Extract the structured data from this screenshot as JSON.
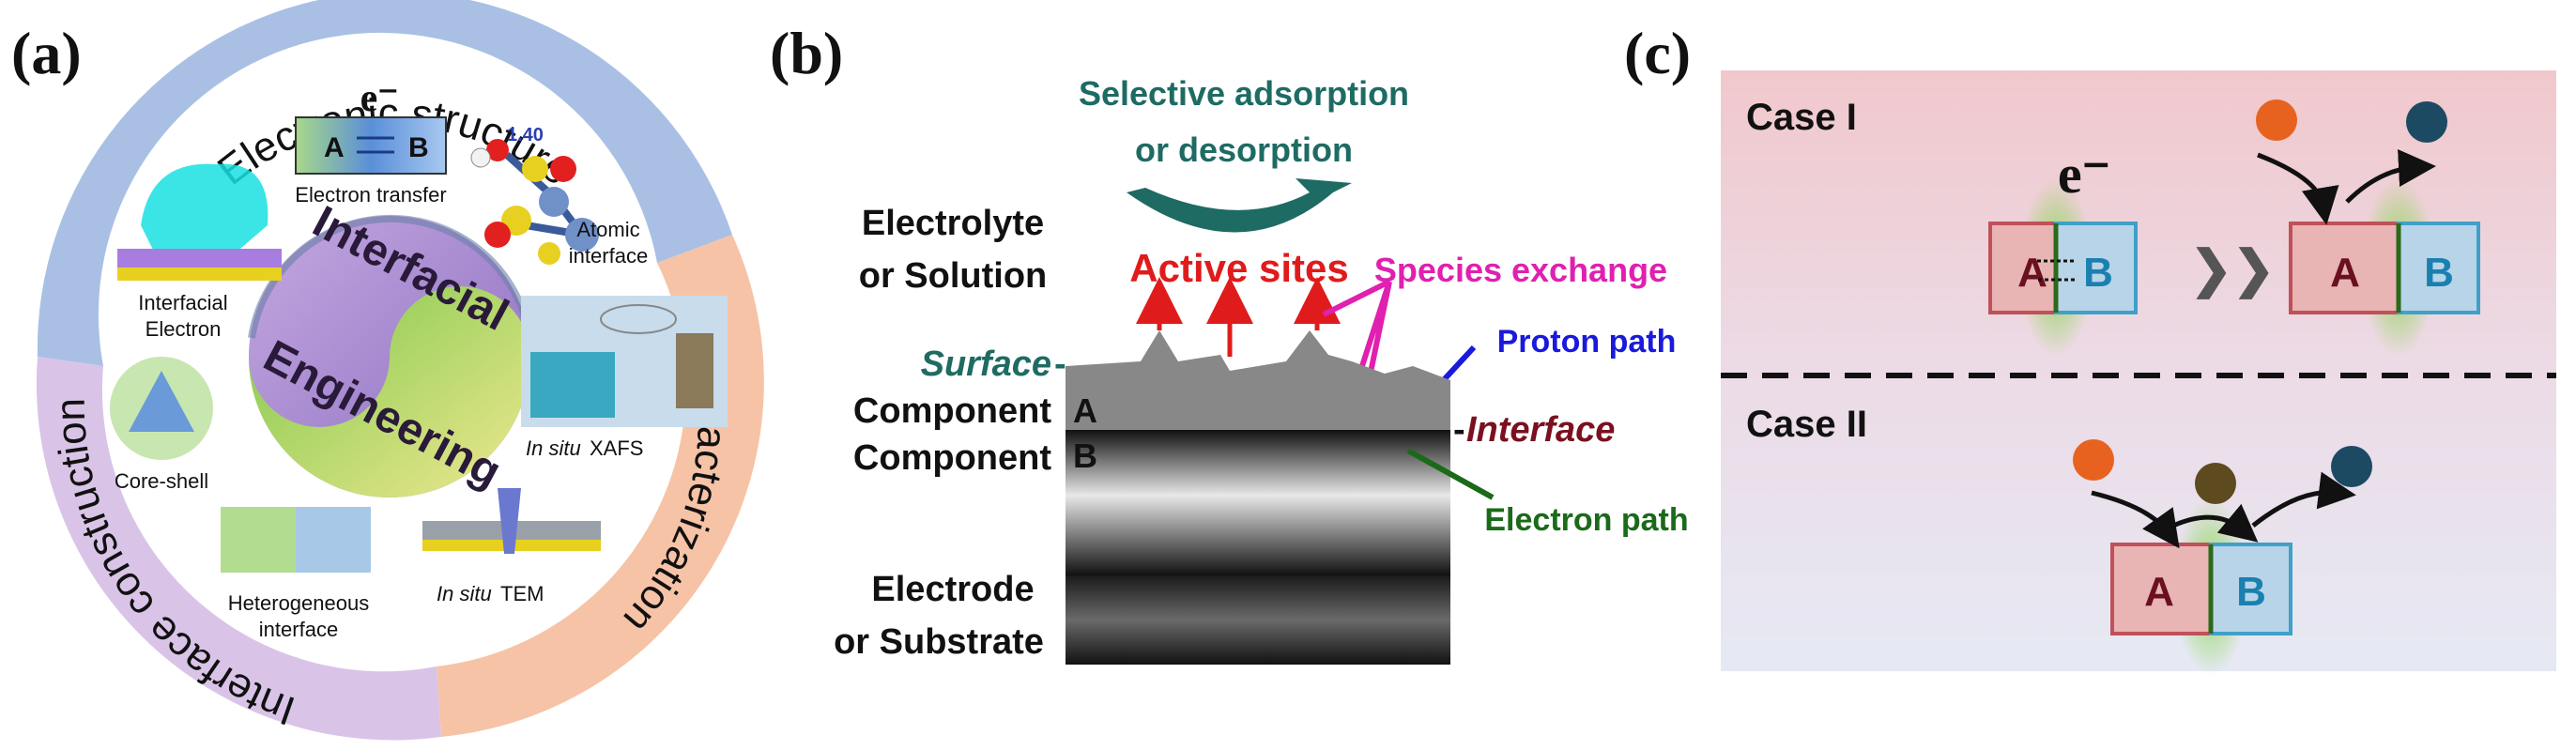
{
  "panel_a": {
    "label": "(a)",
    "ring_top": "Electronic structure",
    "ring_right": "Characterization",
    "ring_left": "Interface construction",
    "center_top": "Interfacial",
    "center_bottom": "Engineering",
    "electron_symbol": "e⁻",
    "box_a": "A",
    "box_b": "B",
    "electron_transfer": "Electron transfer",
    "bond_length": "1.40",
    "atomic_interface_1": "Atomic",
    "atomic_interface_2": "interface",
    "interfacial_electron_1": "Interfacial",
    "interfacial_electron_2": "Electron",
    "core_shell": "Core-shell",
    "in_situ_xafs_1": "In situ",
    "in_situ_xafs_2": "XAFS",
    "heterogeneous_1": "Heterogeneous",
    "heterogeneous_2": "interface",
    "in_situ_tem_1": "In situ",
    "in_situ_tem_2": "TEM",
    "colors": {
      "blue_ring": "#a9c0e4",
      "orange_ring": "#f6c3a7",
      "purple_ring": "#d9c4e8",
      "purple_yin": "#a98bd0",
      "green_yang": "#9fd068"
    }
  },
  "panel_b": {
    "label": "(b)",
    "selective_1": "Selective adsorption",
    "selective_2": "or desorption",
    "electrolyte_1": "Electrolyte",
    "electrolyte_2": "or Solution",
    "active_sites": "Active sites",
    "species_exchange": "Species exchange",
    "proton_path": "Proton path",
    "surface": "Surface",
    "component_a": "Component",
    "component_a_letter": "A",
    "component_b": "Component",
    "component_b_letter": "B",
    "interface": "Interface",
    "electron_path": "Electron path",
    "electrode_1": "Electrode",
    "electrode_2": "or Substrate",
    "colors": {
      "teal": "#1e6b63",
      "red": "#e01b1b",
      "magenta": "#e020b0",
      "blue": "#1a1adc",
      "maroon": "#7a1020",
      "green": "#1a6a1a"
    }
  },
  "panel_c": {
    "label": "(c)",
    "case1": "Case I",
    "case2": "Case II",
    "electron_symbol": "e⁻",
    "box_a": "A",
    "box_b": "B",
    "chevrons": "❯❯",
    "colors": {
      "orange_ball": "#e8621f",
      "navy_ball": "#1d4a63",
      "olive_ball": "#5d4a1f",
      "a_fill": "#e8b4b4",
      "b_fill": "#b8d4e8"
    }
  }
}
